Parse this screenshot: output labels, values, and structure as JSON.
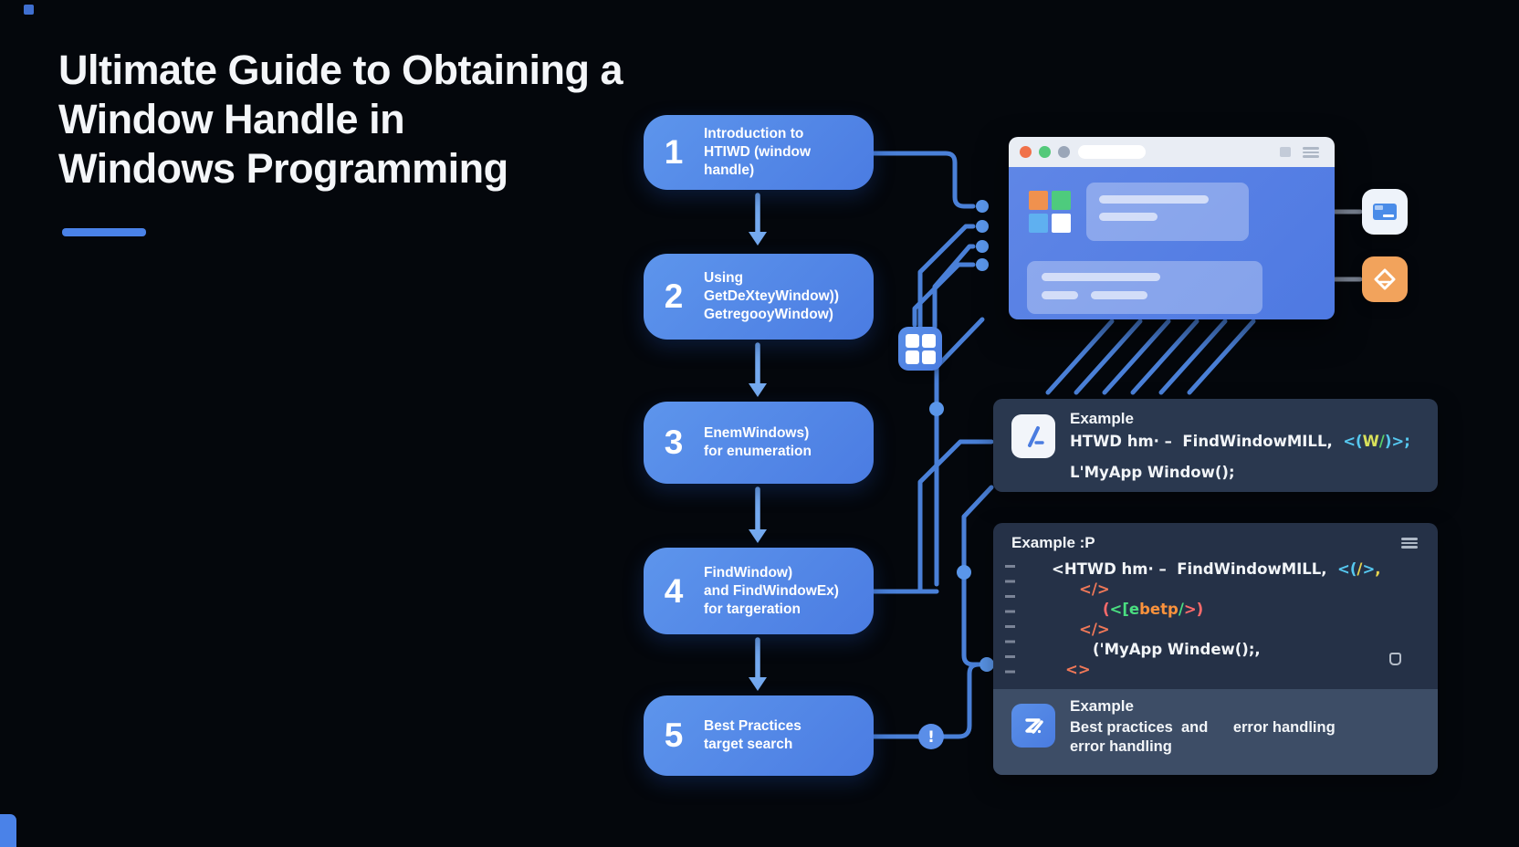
{
  "title": {
    "lines": [
      "Ultimate Guide to Obtaining a",
      "Window Handle in",
      "Windows Programming"
    ],
    "accent_color": "#4a82e8"
  },
  "steps": [
    {
      "number": "1",
      "label_lines": [
        "Introduction to",
        "HTIWD (window handle)"
      ]
    },
    {
      "number": "2",
      "label_lines": [
        "Using",
        "GetDeXteyWindow))",
        "GetregooyWindow)"
      ]
    },
    {
      "number": "3",
      "label_lines": [
        "EnemWindows)",
        "for enumeration"
      ]
    },
    {
      "number": "4",
      "label_lines": [
        "FindWindow)",
        "and FindWindowEx)",
        "for targeration"
      ]
    },
    {
      "number": "5",
      "label_lines": [
        "Best Practices",
        "target search"
      ]
    }
  ],
  "alert_node": {
    "symbol": "!"
  },
  "browser_mockup": {
    "traffic_light_colors": [
      "#f0714a",
      "#53c97a",
      "#9aa6b8"
    ],
    "logo_colors": {
      "top_left": "#f0914e",
      "top_right": "#4ecb7d",
      "bottom_left": "#5fb0f0",
      "bottom_right": "#ffffff"
    }
  },
  "side_icons": [
    {
      "name": "window-chat-icon",
      "bg": "#eef3fa",
      "fg": "#4a8ce8"
    },
    {
      "name": "diamond-send-icon",
      "bg": "#f2a35c",
      "fg": "#ffffff"
    }
  ],
  "example_card": {
    "heading": "Example",
    "code_line1_segments": [
      {
        "t": "HTWD hm· –  FindWindowMILL,  ",
        "c": "#f2f5f8"
      },
      {
        "t": "<(",
        "c": "#56c8f0"
      },
      {
        "t": "W",
        "c": "#d9e15a"
      },
      {
        "t": "/",
        "c": "#5ad06a"
      },
      {
        "t": ")>;",
        "c": "#56c8f0"
      }
    ],
    "code_line2": "L'MyApp Window();"
  },
  "code_panel": {
    "heading": "Example :P",
    "line0_segments": [
      {
        "t": "<HTWD hm· –  FindWindowMILL,  ",
        "c": "#f2f5f8"
      },
      {
        "t": "<(",
        "c": "#56c8f0"
      },
      {
        "t": "/",
        "c": "#e8d44e"
      },
      {
        "t": ">",
        "c": "#56c8f0"
      },
      {
        "t": ",",
        "c": "#e8d44e"
      }
    ],
    "line1_segments": [
      {
        "t": "</>",
        "c": "#f07858"
      }
    ],
    "line2_segments": [
      {
        "t": "(",
        "c": "#ff6b6b"
      },
      {
        "t": "<[e",
        "c": "#4ade80"
      },
      {
        "t": "betp",
        "c": "#fb923c"
      },
      {
        "t": "/",
        "c": "#4ade80"
      },
      {
        "t": ">)",
        "c": "#ff6b6b"
      }
    ],
    "line3_segments": [
      {
        "t": "</>",
        "c": "#f07858"
      }
    ],
    "line4_segments": [
      {
        "t": "('MyApp Windew();,",
        "c": "#f2f5f8"
      }
    ],
    "line5_segments": [
      {
        "t": "<>",
        "c": "#f07858"
      }
    ]
  },
  "footer_card": {
    "heading": "Example",
    "lines": [
      "Best practices  and      error handling",
      "error handling"
    ]
  },
  "colors": {
    "background_dark": "#05080d",
    "background_light_blue": "#16324f",
    "step_box": "#4f86e6",
    "wire_blue": "#4a80d8",
    "node_blue": "#5a96ea",
    "gray_link": "#7b8494",
    "panel_dark": "#26334a",
    "panel_strip": "#3d4d66"
  }
}
